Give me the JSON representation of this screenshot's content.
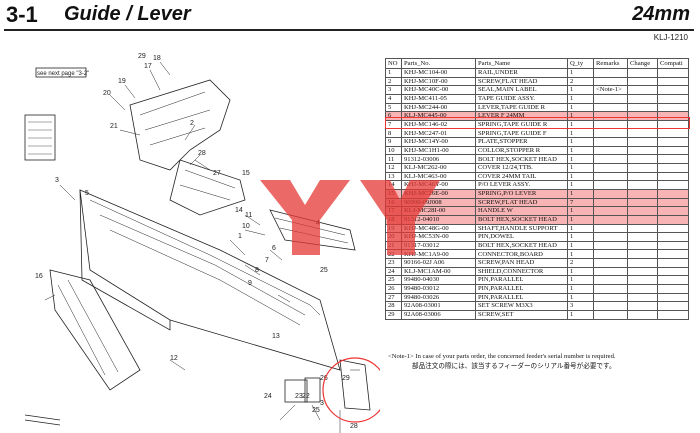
{
  "header": {
    "section": "3-1",
    "title": "Guide / Lever",
    "size": "24mm",
    "code": "KLJ-1210"
  },
  "drawing": {
    "see_next_page": "see next page \"3-2\"",
    "callouts": [
      "18",
      "17",
      "19",
      "20",
      "21",
      "29",
      "2",
      "28",
      "27",
      "3",
      "5",
      "14",
      "1",
      "4",
      "11",
      "10",
      "6",
      "7",
      "8",
      "9",
      "16",
      "12",
      "25",
      "13",
      "15",
      "22",
      "23",
      "24",
      "26",
      "29",
      "25",
      "3",
      "28"
    ]
  },
  "table": {
    "headers": [
      "NO",
      "Parts_No.",
      "Parts_Name",
      "Q_ty",
      "Remarks",
      "Change",
      "Compati"
    ],
    "rows": [
      [
        "1",
        "KHJ-MC104-00",
        "RAIL,UNDER",
        "1",
        "",
        "",
        ""
      ],
      [
        "2",
        "KHJ-MC10F-00",
        "SCREW,FLAT HEAD",
        "2",
        "",
        "",
        ""
      ],
      [
        "3",
        "KHJ-MC40C-00",
        "SEAL,MAIN LABEL",
        "1",
        "<Note-1>",
        "",
        ""
      ],
      [
        "4",
        "KHJ-MC411-05",
        "TAPE GUIDE ASSY.",
        "1",
        "",
        "",
        ""
      ],
      [
        "5",
        "KHJ-MC244-00",
        "LEVER,TAPE GUIDE R",
        "1",
        "",
        "",
        ""
      ],
      [
        "6",
        "KLJ-MC445-00",
        "LEVER F 24MM",
        "1",
        "",
        "",
        ""
      ],
      [
        "7",
        "KHJ-MC146-02",
        "SPRING,TAPE GUIDE R",
        "1",
        "",
        "",
        ""
      ],
      [
        "8",
        "KHJ-MC247-01",
        "SPRING,TAPE GUIDE F",
        "1",
        "",
        "",
        ""
      ],
      [
        "9",
        "KHJ-MC14Y-00",
        "PLATE,STOPPER",
        "1",
        "",
        "",
        ""
      ],
      [
        "10",
        "KHJ-MC1H1-00",
        "COLLOR,STOPPER R",
        "1",
        "",
        "",
        ""
      ],
      [
        "11",
        "91312-03006",
        "BOLT HEX,SOCKET HEAD",
        "1",
        "",
        "",
        ""
      ],
      [
        "12",
        "KLJ-MC262-00",
        "COVER 12/24,TTB.",
        "1",
        "",
        "",
        ""
      ],
      [
        "13",
        "KLJ-MC463-00",
        "COVER 24MM TAIL",
        "1",
        "",
        "",
        ""
      ],
      [
        "14",
        "KHJ-MC46Y-00",
        "P/O LEVER ASSY.",
        "1",
        "",
        "",
        ""
      ],
      [
        "15",
        "KHJ-MC26E-00",
        "SPRING,P/O LEVER",
        "1",
        "",
        "",
        ""
      ],
      [
        "16",
        "90990-09J008",
        "SCREW,FLAT HEAD",
        "7",
        "",
        "",
        ""
      ],
      [
        "17",
        "KLJ-MC28I-00",
        "HANDLE W",
        "1",
        "",
        "",
        ""
      ],
      [
        "18",
        "91312-04010",
        "BOLT HEX,SOCKET HEAD",
        "1",
        "",
        "",
        ""
      ],
      [
        "19",
        "KHJ-MC48G-00",
        "SHAFT,HANDLE SUPPORT",
        "1",
        "",
        "",
        ""
      ],
      [
        "20",
        "KHJ-MC53N-00",
        "PIN,DOWEL",
        "1",
        "",
        "",
        ""
      ],
      [
        "21",
        "91317-03012",
        "BOLT HEX,SOCKET HEAD",
        "1",
        "",
        "",
        ""
      ],
      [
        "22",
        "KHJ-MC1A9-00",
        "CONNECTOR,BOARD",
        "1",
        "",
        "",
        ""
      ],
      [
        "23",
        "90166-02J A06",
        "SCREW,PAN HEAD",
        "2",
        "",
        "",
        ""
      ],
      [
        "24",
        "KLJ-MC1AM-00",
        "SHIELD,CONNECTOR",
        "1",
        "",
        "",
        ""
      ],
      [
        "25",
        "99480-04030",
        "PIN,PARALLEL",
        "1",
        "",
        "",
        ""
      ],
      [
        "26",
        "99480-03012",
        "PIN,PARALLEL",
        "1",
        "",
        "",
        ""
      ],
      [
        "27",
        "99480-03026",
        "PIN,PARALLEL",
        "1",
        "",
        "",
        ""
      ],
      [
        "28",
        "92A08-03001",
        "SET SCREW M3X3",
        "3",
        "",
        "",
        ""
      ],
      [
        "29",
        "92A08-03006",
        "SCREW,SET",
        "1",
        "",
        "",
        ""
      ]
    ],
    "highlight_rows": [
      6,
      15,
      16,
      17,
      18
    ]
  },
  "notes": {
    "line1": "<Note-1> In case of your parts order, the concerned feeder's serial number is required.",
    "line2": "部品注文の際には、該当するフィーダーのシリアル番号が必要です。"
  },
  "colors": {
    "highlight": "#f8b4b4",
    "outline": "#e33",
    "watermark": "#e53935"
  }
}
